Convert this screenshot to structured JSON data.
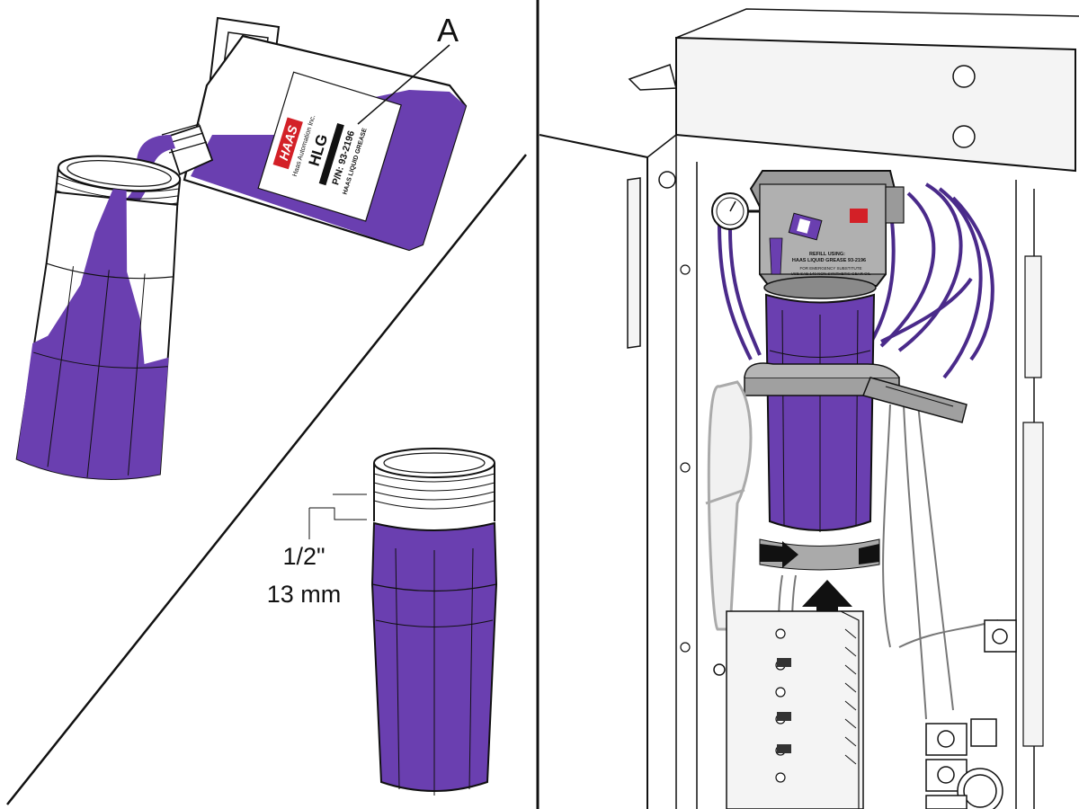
{
  "callout": {
    "letter": "A"
  },
  "bottle_label": {
    "brand": "HAAS",
    "maker": "Haas Automation Inc.",
    "product": "HLG",
    "part_number": "P/N: 93-2196",
    "name": "HAAS LIQUID GREASE"
  },
  "measurement": {
    "inches": "1/2\"",
    "millimeters": "13 mm"
  },
  "reservoir_label": {
    "line1": "REFILL USING:",
    "line2": "HAAS LIQUID GREASE 93-2196",
    "line3": "FOR EMERGENCY SUBSTITUTE",
    "line4": "USE SAE 140 NON SYNTHETIC GEAR OIL"
  },
  "colors": {
    "grease": "#6a3fb0",
    "outline": "#1a1a1a",
    "machine_fill": "#f4f4f4",
    "cap_gray": "#9a9a9a",
    "brand_red": "#d32027"
  },
  "icons": [
    "rotate-arrow-icon",
    "up-arrow-icon",
    "pressure-gauge-icon"
  ]
}
